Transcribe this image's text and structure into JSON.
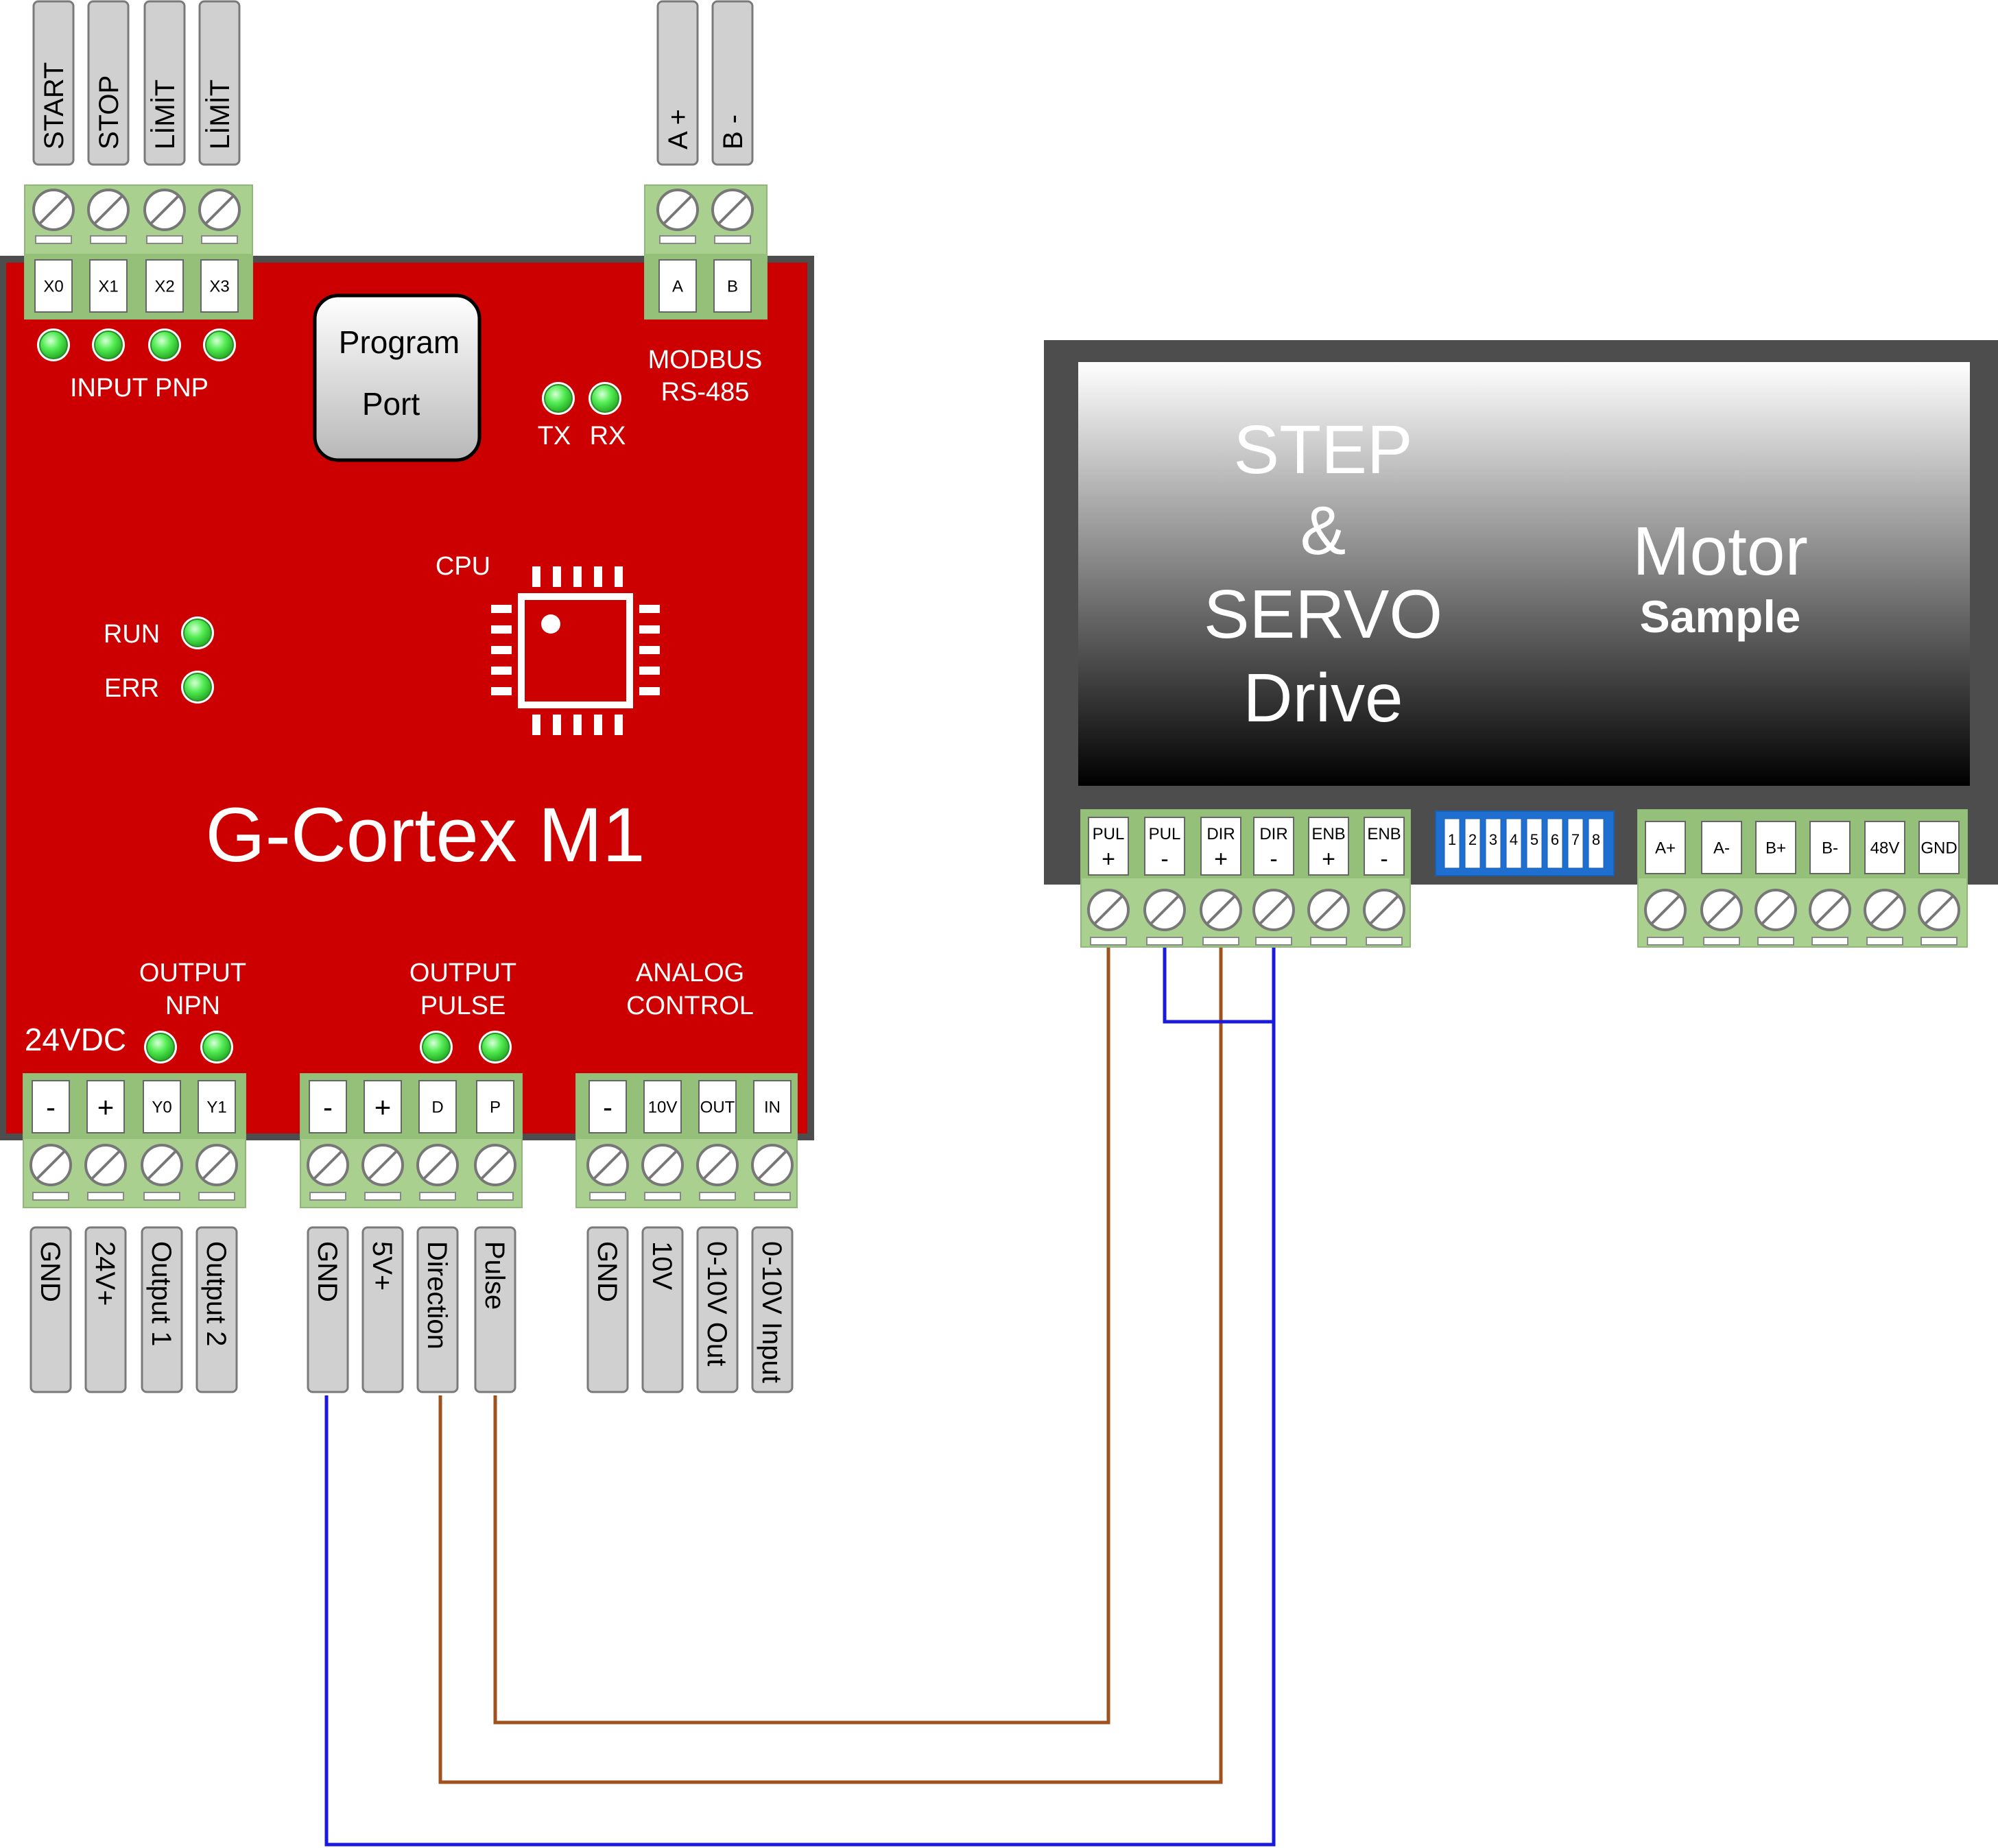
{
  "controller": {
    "name": "G-Cortex M1",
    "program_port": [
      "Program",
      "Port"
    ],
    "cpu_label": "CPU",
    "run_label": "RUN",
    "err_label": "ERR",
    "input_group_label": "INPUT PNP",
    "modbus_label": [
      "MODBUS",
      "RS-485"
    ],
    "tx_label": "TX",
    "rx_label": "RX",
    "supply_label": "24VDC",
    "output_npn_label": [
      "OUTPUT",
      "NPN"
    ],
    "output_pulse_label": [
      "OUTPUT",
      "PULSE"
    ],
    "analog_label": [
      "ANALOG",
      "CONTROL"
    ],
    "input_terminals": [
      "X0",
      "X1",
      "X2",
      "X3"
    ],
    "input_wires": [
      "START",
      "STOP",
      "LİMİT",
      "LİMİT"
    ],
    "modbus_terminals": [
      "A",
      "B"
    ],
    "modbus_wires": [
      "A +",
      "B -"
    ],
    "npn_terminals": [
      "-",
      "+",
      "Y0",
      "Y1"
    ],
    "npn_wires": [
      "GND",
      "24V+",
      "Output 1",
      "Output 2"
    ],
    "pulse_terminals": [
      "-",
      "+",
      "D",
      "P"
    ],
    "pulse_wires": [
      "GND",
      "5V+",
      "Direction",
      "Pulse"
    ],
    "analog_terminals": [
      "-",
      "10V",
      "OUT",
      "IN"
    ],
    "analog_wires": [
      "GND",
      "10V",
      "0-10V Out",
      "0-10V Input"
    ]
  },
  "drive": {
    "title": [
      "STEP",
      "&",
      "SERVO",
      "Drive"
    ],
    "motor_label": "Motor",
    "sample_label": "Sample",
    "signal_terminals": [
      [
        "PUL",
        "+"
      ],
      [
        "PUL",
        "-"
      ],
      [
        "DIR",
        "+"
      ],
      [
        "DIR",
        "-"
      ],
      [
        "ENB",
        "+"
      ],
      [
        "ENB",
        "-"
      ]
    ],
    "dip_switches": [
      "1",
      "2",
      "3",
      "4",
      "5",
      "6",
      "7",
      "8"
    ],
    "power_terminals": [
      "A+",
      "A-",
      "B+",
      "B-",
      "48V",
      "GND"
    ]
  },
  "colors": {
    "controller_body": "#cc0000",
    "drive_frame": "#4d4d4d",
    "terminal_green": "#a9d08e",
    "led_green": "#55ee55",
    "wire_brown": "#a0521d",
    "wire_blue": "#1a1adc",
    "dip_blue": "#1f6fd1"
  }
}
